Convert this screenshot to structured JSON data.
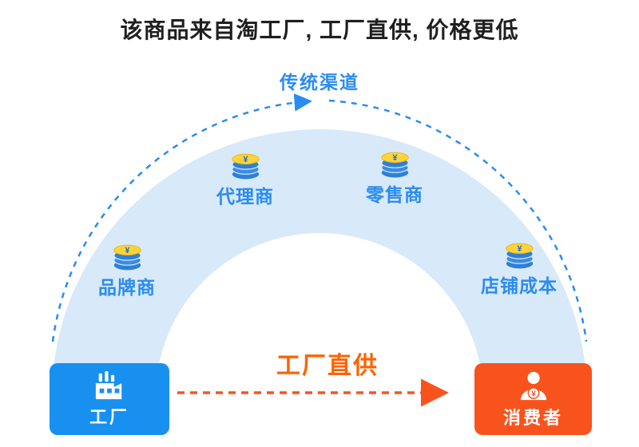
{
  "title": "该商品来自淘工厂, 工厂直供, 价格更低",
  "traditional_channel": {
    "label": "传统渠道",
    "nodes": [
      {
        "label": "品牌商",
        "icon": "coin-stack-icon"
      },
      {
        "label": "代理商",
        "icon": "coin-stack-icon"
      },
      {
        "label": "零售商",
        "icon": "coin-stack-icon"
      },
      {
        "label": "店铺成本",
        "icon": "coin-stack-icon"
      }
    ]
  },
  "direct_channel": {
    "label": "工厂直供"
  },
  "factory": {
    "label": "工厂",
    "icon": "factory-icon"
  },
  "consumer": {
    "label": "消费者",
    "icon": "person-icon"
  },
  "icons": {
    "yen_glyph": "¥"
  },
  "colors": {
    "primary_blue": "#2a8cf0",
    "arc_fill": "#d8e9fa",
    "factory_box": "#1890f0",
    "consumer_box": "#f9531d",
    "direct_text": "#fd6300",
    "coin_gold": "#ffd43b",
    "coin_blue": "#2e7fd9",
    "title_text": "#1f1f1f"
  }
}
